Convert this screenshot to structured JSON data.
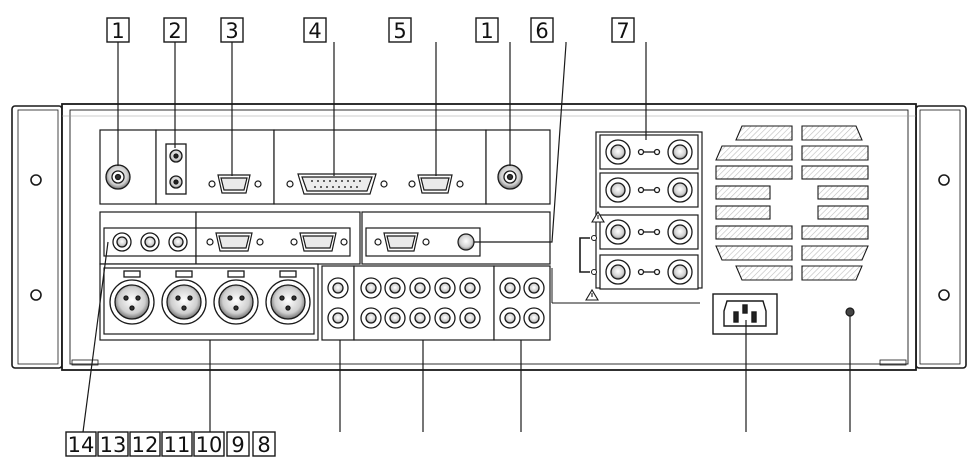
{
  "callouts_top": [
    "1",
    "2",
    "3",
    "4",
    "5",
    "1",
    "6",
    "7"
  ],
  "callouts_bottom": [
    "14",
    "13",
    "12",
    "11",
    "10",
    "9",
    "8"
  ],
  "colors": {
    "stroke": "#1a1a1a",
    "panel_fill": "#ffffff",
    "rack_fill": "#ffffff",
    "hatch": "#cfcfcf"
  }
}
